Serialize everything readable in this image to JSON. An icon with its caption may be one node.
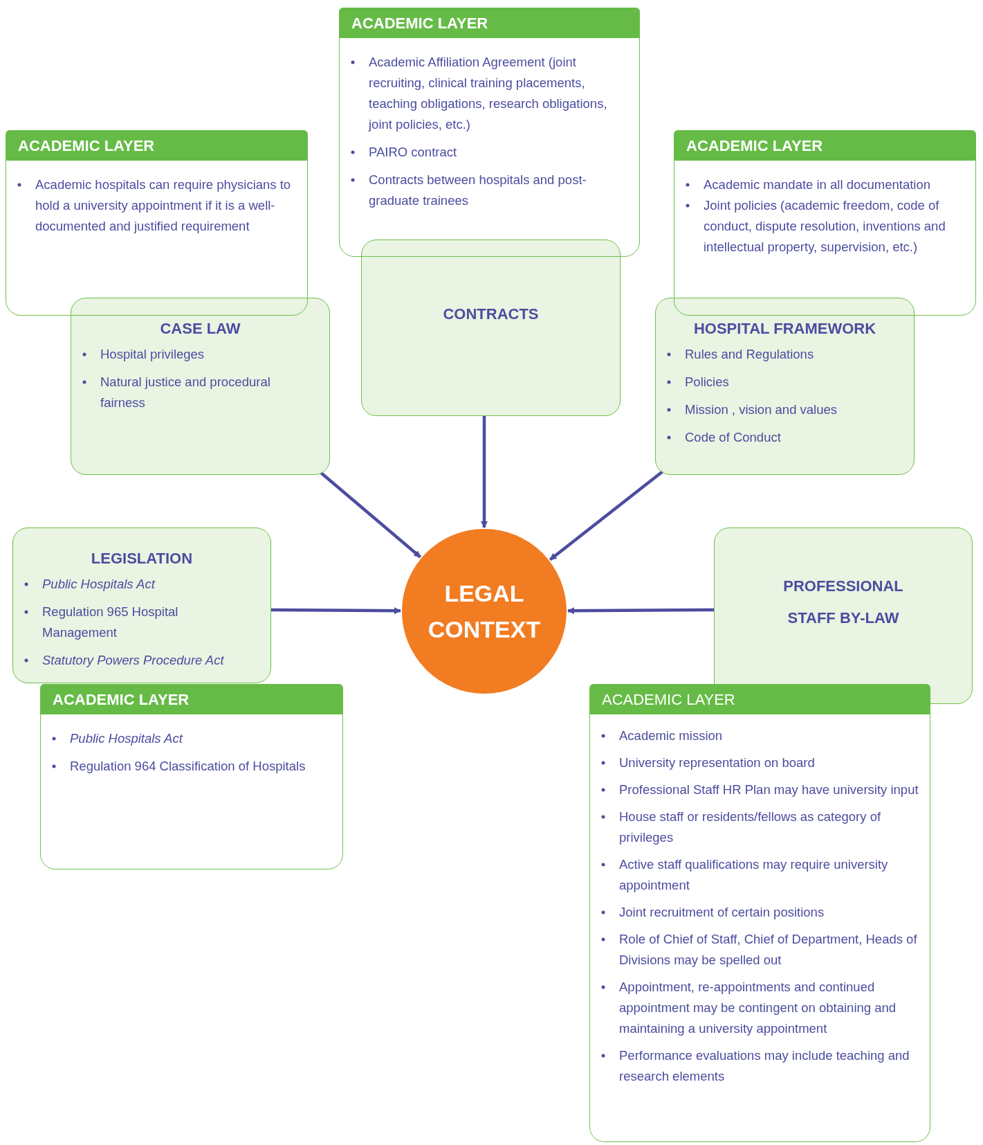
{
  "diagram": {
    "nodes": [
      {
        "text": [
          "ACADEMIC LAYER",
          "Academic Affiliation Agreement (joint recruiting, clinical training placements, teaching obligations, research obligations, joint policies, etc.)",
          "PAIRO contract",
          "Contracts between hospitals and post-graduate trainees"
        ]
      },
      {
        "text": [
          "ACADEMIC LAYER",
          "Academic hospitals can require physicians to hold a university appointment if  it is a well-documented and justified requirement"
        ]
      },
      {
        "text": [
          "ACADEMIC LAYER",
          "Academic mandate in all documentation",
          "Joint policies (academic freedom, code of conduct, dispute resolution, inventions  and intellectual property, supervision, etc.)"
        ]
      },
      {
        "text": [
          "CASE LAW",
          "Hospital privileges",
          "Natural justice and procedural fairness"
        ]
      },
      {
        "text": [
          "CONTRACTS"
        ]
      },
      {
        "text": [
          "HOSPITAL FRAMEWORK",
          "Rules and Regulations",
          "Policies",
          "Mission , vision and values",
          "Code of Conduct"
        ]
      },
      {
        "text": [
          "LEGISLATION",
          "*Public Hospitals Act*",
          "Regulation 965 Hospital Management",
          "*Statutory Powers Procedure Act*"
        ]
      },
      {
        "text": [
          "LEGAL CONTEXT"
        ]
      },
      {
        "text": [
          "PROFESSIONAL STAFF BY-LAW"
        ]
      },
      {
        "text": [
          "ACADEMIC LAYER",
          "*Public Hospitals Act*",
          "Regulation 964 Classification of Hospitals"
        ]
      },
      {
        "text": [
          "ACADEMIC LAYER",
          "Academic mission",
          "University representation on board",
          "Professional Staff HR Plan may have university input",
          "House staff or residents/fellows as category of privileges",
          "Active staff qualifications may require university appointment",
          "Joint recruitment of certain positions",
          "Role of Chief of Staff, Chief of Department, Heads of Divisions may be spelled out",
          "Appointment, re-appointments and continued appointment may be contingent on obtaining and maintaining a university appointment",
          "Performance evaluations may include teaching and research elements"
        ]
      }
    ],
    "edges": [
      {
        "from": 3,
        "to": 7,
        "arrow": "to"
      },
      {
        "from": 4,
        "to": 7,
        "arrow": "to"
      },
      {
        "from": 5,
        "to": 7,
        "arrow": "to"
      },
      {
        "from": 6,
        "to": 7,
        "arrow": "to"
      },
      {
        "from": 8,
        "to": 7,
        "arrow": "to"
      }
    ]
  }
}
